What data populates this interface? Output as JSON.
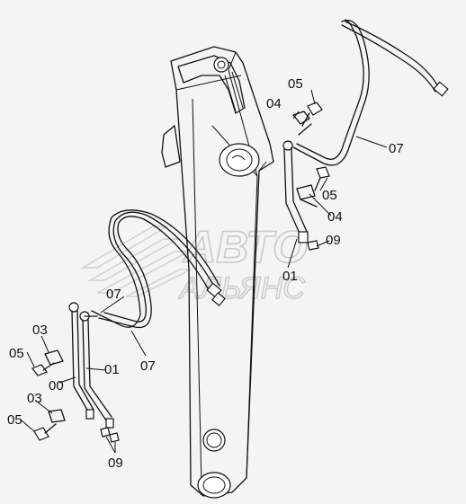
{
  "watermark": {
    "line1": "АВТО",
    "line2": "АЛЬЯНС"
  },
  "labels": {
    "hose_top_right": "07",
    "bolt_top_right": "05",
    "clamp_top_right": "04",
    "bolt_right_mid": "05",
    "clamp_right_mid": "04",
    "cap_right": "09",
    "pipe_right": "01",
    "hose_mid_upper": "07",
    "hose_mid_lower": "07",
    "pipe_left_a": "01",
    "pipe_left_b": "00",
    "clamp_left_upper": "03",
    "bolt_left_upper": "05",
    "clamp_left_lower": "03",
    "bolt_left_lower": "05",
    "caps_left": "09"
  }
}
